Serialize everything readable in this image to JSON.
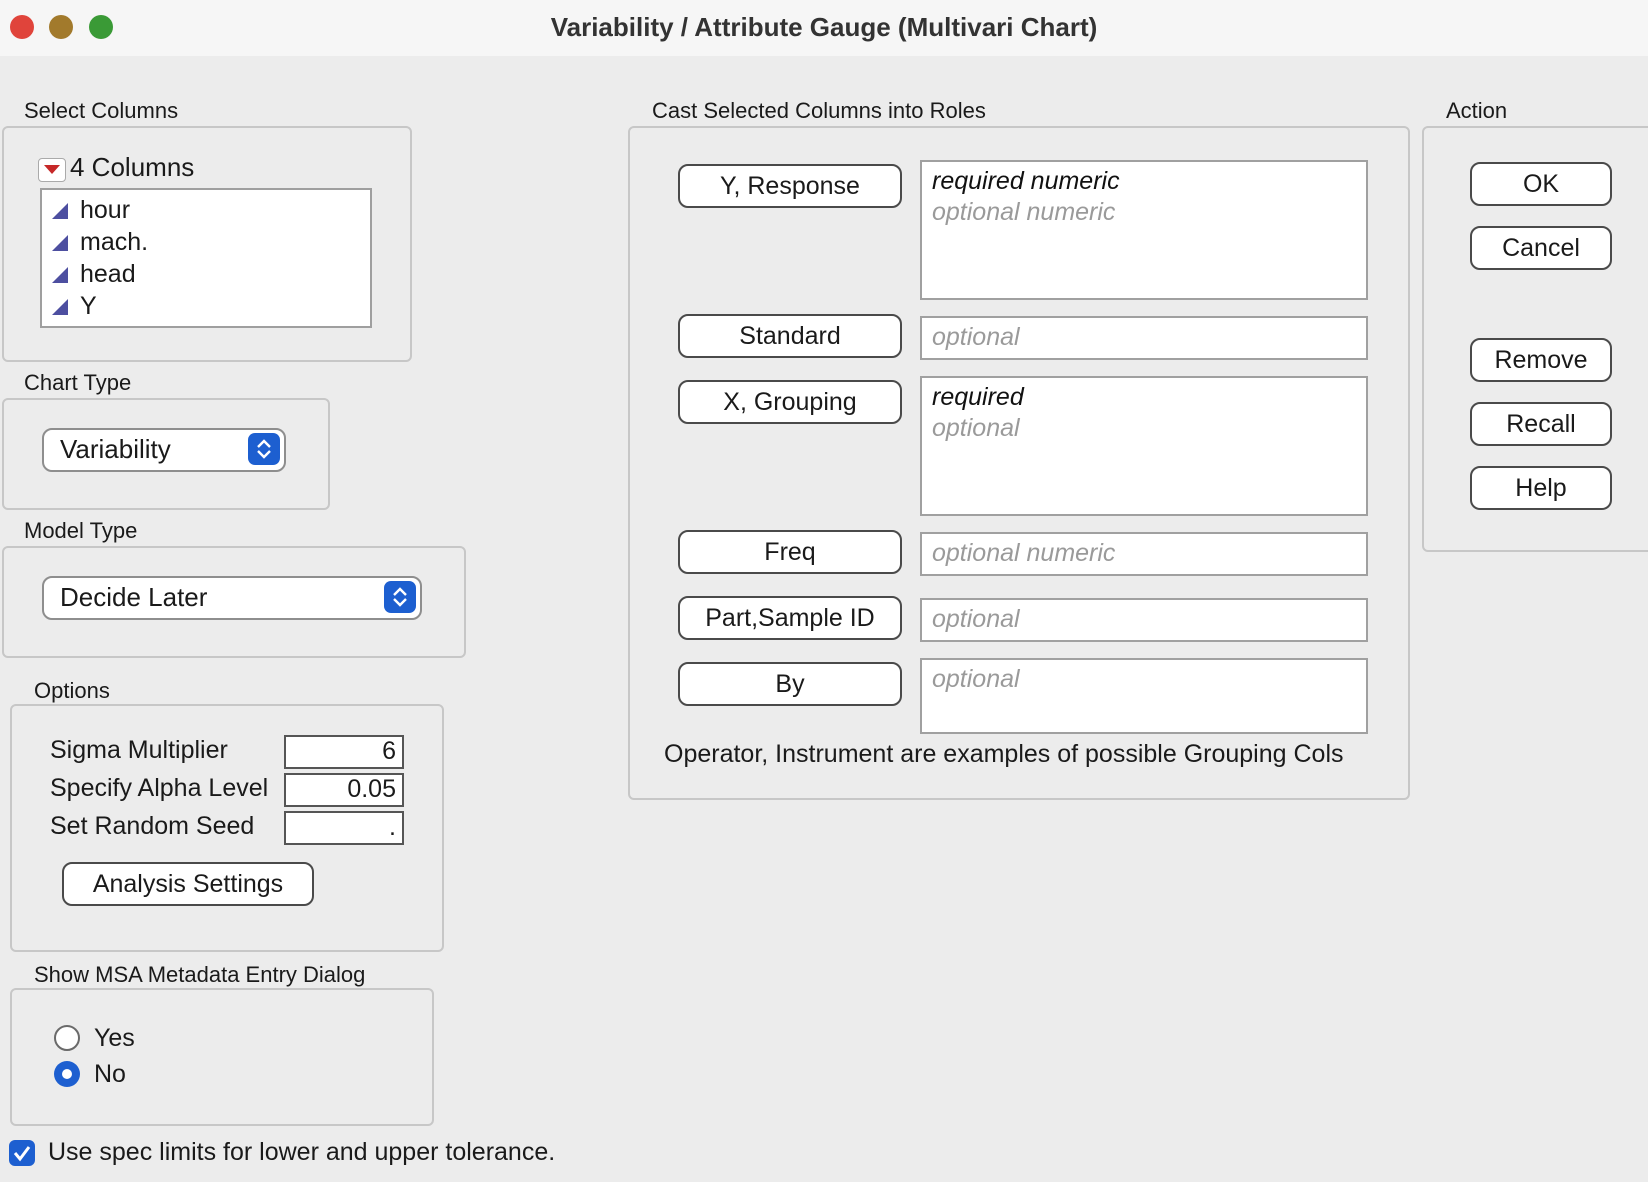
{
  "window": {
    "title": "Variability / Attribute Gauge (Multivari Chart)"
  },
  "select_columns": {
    "label": "Select Columns",
    "header": "4 Columns",
    "columns": [
      "hour",
      "mach.",
      "head",
      "Y"
    ]
  },
  "chart_type": {
    "label": "Chart Type",
    "selected": "Variability"
  },
  "model_type": {
    "label": "Model Type",
    "selected": "Decide Later"
  },
  "options": {
    "label": "Options",
    "sigma_label": "Sigma Multiplier",
    "sigma_value": "6",
    "alpha_label": "Specify Alpha Level",
    "alpha_value": "0.05",
    "seed_label": "Set Random Seed",
    "seed_value": ".",
    "analysis_button": "Analysis Settings"
  },
  "msa": {
    "label": "Show MSA Metadata Entry Dialog",
    "yes": "Yes",
    "no": "No",
    "selected": "No"
  },
  "spec_limits": {
    "label": "Use spec limits for lower and upper tolerance.",
    "checked": true
  },
  "roles": {
    "label": "Cast Selected Columns into Roles",
    "y_response": {
      "button": "Y, Response",
      "line1": "required numeric",
      "line2": "optional numeric"
    },
    "standard": {
      "button": "Standard",
      "line1": "optional"
    },
    "x_grouping": {
      "button": "X, Grouping",
      "line1": "required",
      "line2": "optional"
    },
    "freq": {
      "button": "Freq",
      "line1": "optional numeric"
    },
    "part_sample": {
      "button": "Part,Sample ID",
      "line1": "optional"
    },
    "by": {
      "button": "By",
      "line1": "optional"
    },
    "note": "Operator, Instrument are examples of possible Grouping Cols"
  },
  "action": {
    "label": "Action",
    "ok": "OK",
    "cancel": "Cancel",
    "remove": "Remove",
    "recall": "Recall",
    "help": "Help"
  },
  "colors": {
    "close": "#e0443b",
    "minimize": "#a27a2c",
    "zoom": "#3a9a36",
    "accent": "#1d5fd0",
    "column_icon": "#4d4fa0",
    "disclosure": "#c62828"
  }
}
